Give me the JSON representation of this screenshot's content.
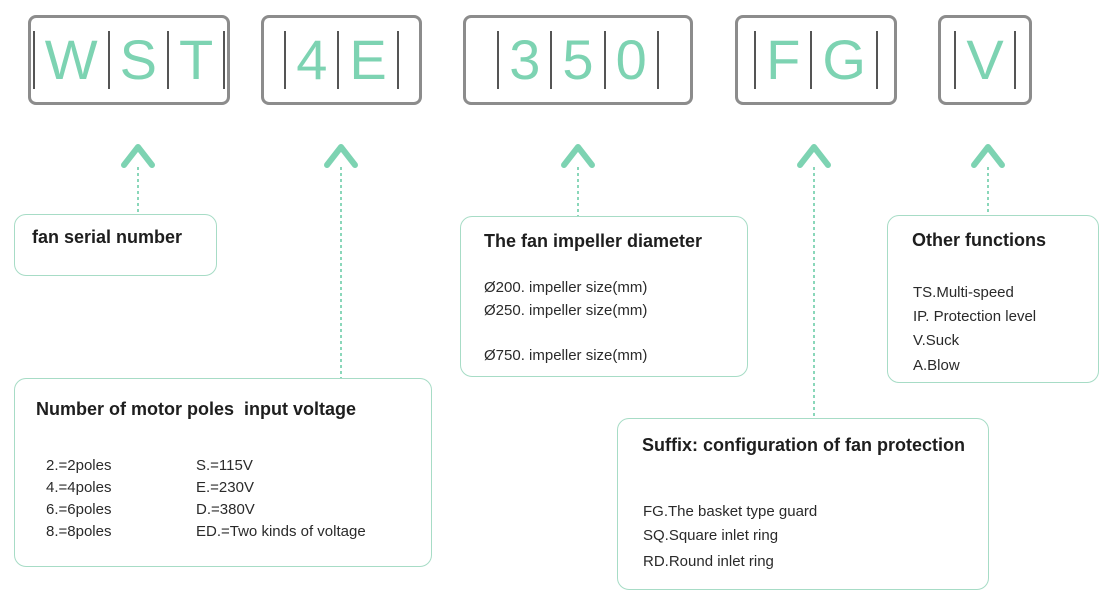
{
  "code_segments": [
    {
      "id": "series",
      "chars": [
        "W",
        "S",
        "T"
      ]
    },
    {
      "id": "poles",
      "chars": [
        "4",
        "E"
      ]
    },
    {
      "id": "diameter",
      "chars": [
        "3",
        "5",
        "0"
      ]
    },
    {
      "id": "protection",
      "chars": [
        "F",
        "G"
      ]
    },
    {
      "id": "function",
      "chars": [
        "V"
      ]
    }
  ],
  "series_box": {
    "title": "fan serial number"
  },
  "poles_box": {
    "title": "Number of motor poles  input voltage",
    "poles": [
      "2.=2poles",
      "4.=4poles",
      "6.=6poles",
      "8.=8poles"
    ],
    "voltages": [
      "S.=115V",
      "E.=230V",
      "D.=380V",
      "ED.=Two kinds of voltage"
    ]
  },
  "diameter_box": {
    "title": "The fan impeller diameter",
    "items": [
      "Ø200. impeller size(mm)",
      "Ø250. impeller size(mm)",
      "Ø750. impeller size(mm)"
    ]
  },
  "protection_box": {
    "title_bold": "Suffix",
    "title_rest": ": configuration of fan protection",
    "items": [
      "FG.The basket type guard",
      "SQ.Square inlet ring",
      "RD.Round inlet ring"
    ]
  },
  "functions_box": {
    "title": "Other functions",
    "items": [
      "TS.Multi-speed",
      "IP. Protection level",
      "V.Suck",
      "A.Blow"
    ]
  },
  "colors": {
    "accent": "#7dd3b2",
    "box_border": "#8c8c8c",
    "info_border": "#a7dcc6"
  }
}
